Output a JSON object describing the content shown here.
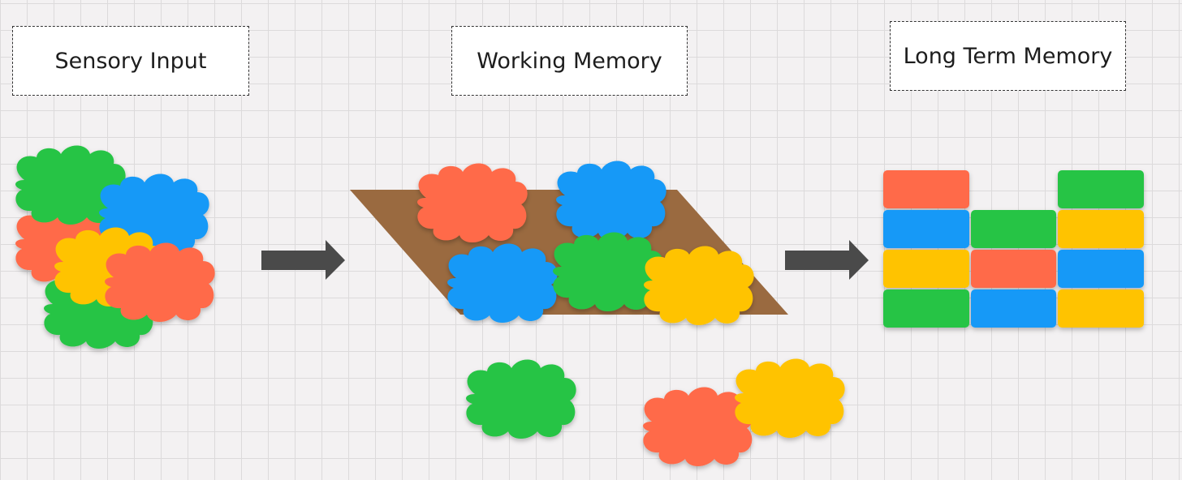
{
  "labels": {
    "sensory": "Sensory Input",
    "working": "Working Memory",
    "long_term": "Long Term Memory"
  },
  "colors": {
    "red": "#ff6b4a",
    "blue": "#1299f7",
    "green": "#27c444",
    "yellow": "#ffc300",
    "platform": "#9a6a40",
    "arrow": "#4a4a4a"
  },
  "icons": [
    "cloud-icon",
    "arrow-right-icon",
    "memory-block-icon"
  ]
}
